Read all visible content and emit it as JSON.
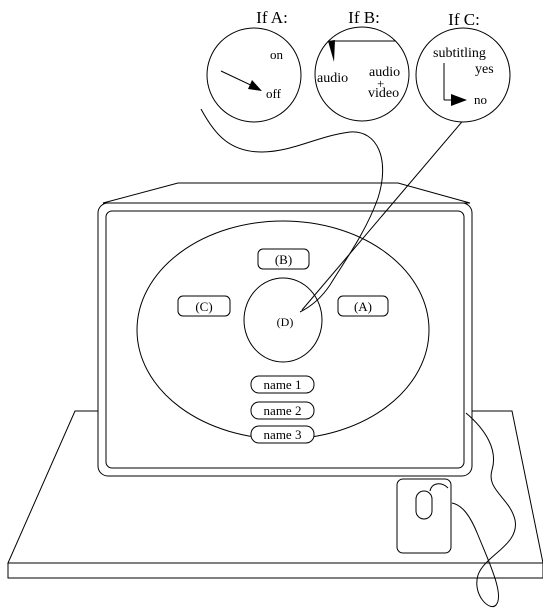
{
  "dials": {
    "a": {
      "title": "If A:",
      "on": "on",
      "off": "off"
    },
    "b": {
      "title": "If B:",
      "audio": "audio",
      "audio_video_1": "audio",
      "audio_video_2": "+",
      "audio_video_3": "video"
    },
    "c": {
      "title": "If C:",
      "subtitling": "subtitling",
      "yes": "yes",
      "no": "no"
    }
  },
  "screen": {
    "btn_a": "(A)",
    "btn_b": "(B)",
    "btn_c": "(C)",
    "center_d": "(D)",
    "names": [
      "name 1",
      "name 2",
      "name 3"
    ]
  }
}
